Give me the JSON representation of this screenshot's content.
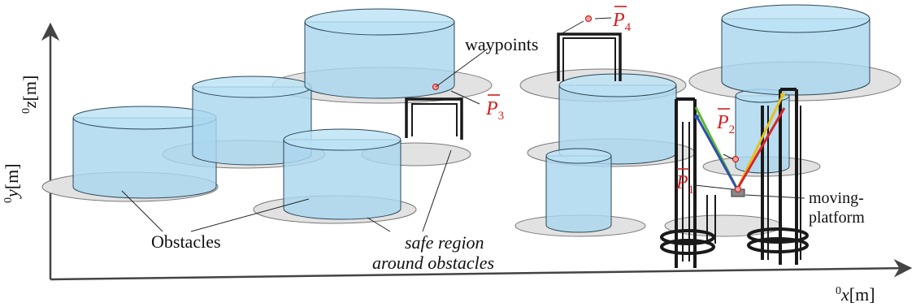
{
  "axes": {
    "x": {
      "superscript": "0",
      "var": "x",
      "unit": "[m]"
    },
    "y": {
      "superscript": "0",
      "var": "y",
      "unit": "[m]"
    },
    "z": {
      "superscript": "0",
      "var": "z",
      "unit": "[m]"
    }
  },
  "labels": {
    "waypoints": "waypoints",
    "obstacles": "Obstacles",
    "safe_region_line1": "safe region",
    "safe_region_line2": "around obstacles",
    "moving_line1": "moving-",
    "moving_line2": "platform"
  },
  "waypoints": [
    {
      "var": "P",
      "sub": "1"
    },
    {
      "var": "P",
      "sub": "2"
    },
    {
      "var": "P",
      "sub": "3"
    },
    {
      "var": "P",
      "sub": "4"
    }
  ],
  "colors": {
    "obstacle_fill": "#a9d7ef",
    "obstacle_stroke": "#2d4756",
    "safe_region_fill": "#e2e2e2",
    "frame": "#1a1a1a",
    "waypoint": "#e03a3a",
    "cable_green": "#5cb82e",
    "cable_blue": "#2c4fae",
    "cable_yellow": "#e7c21c",
    "cable_red": "#d9262a"
  }
}
